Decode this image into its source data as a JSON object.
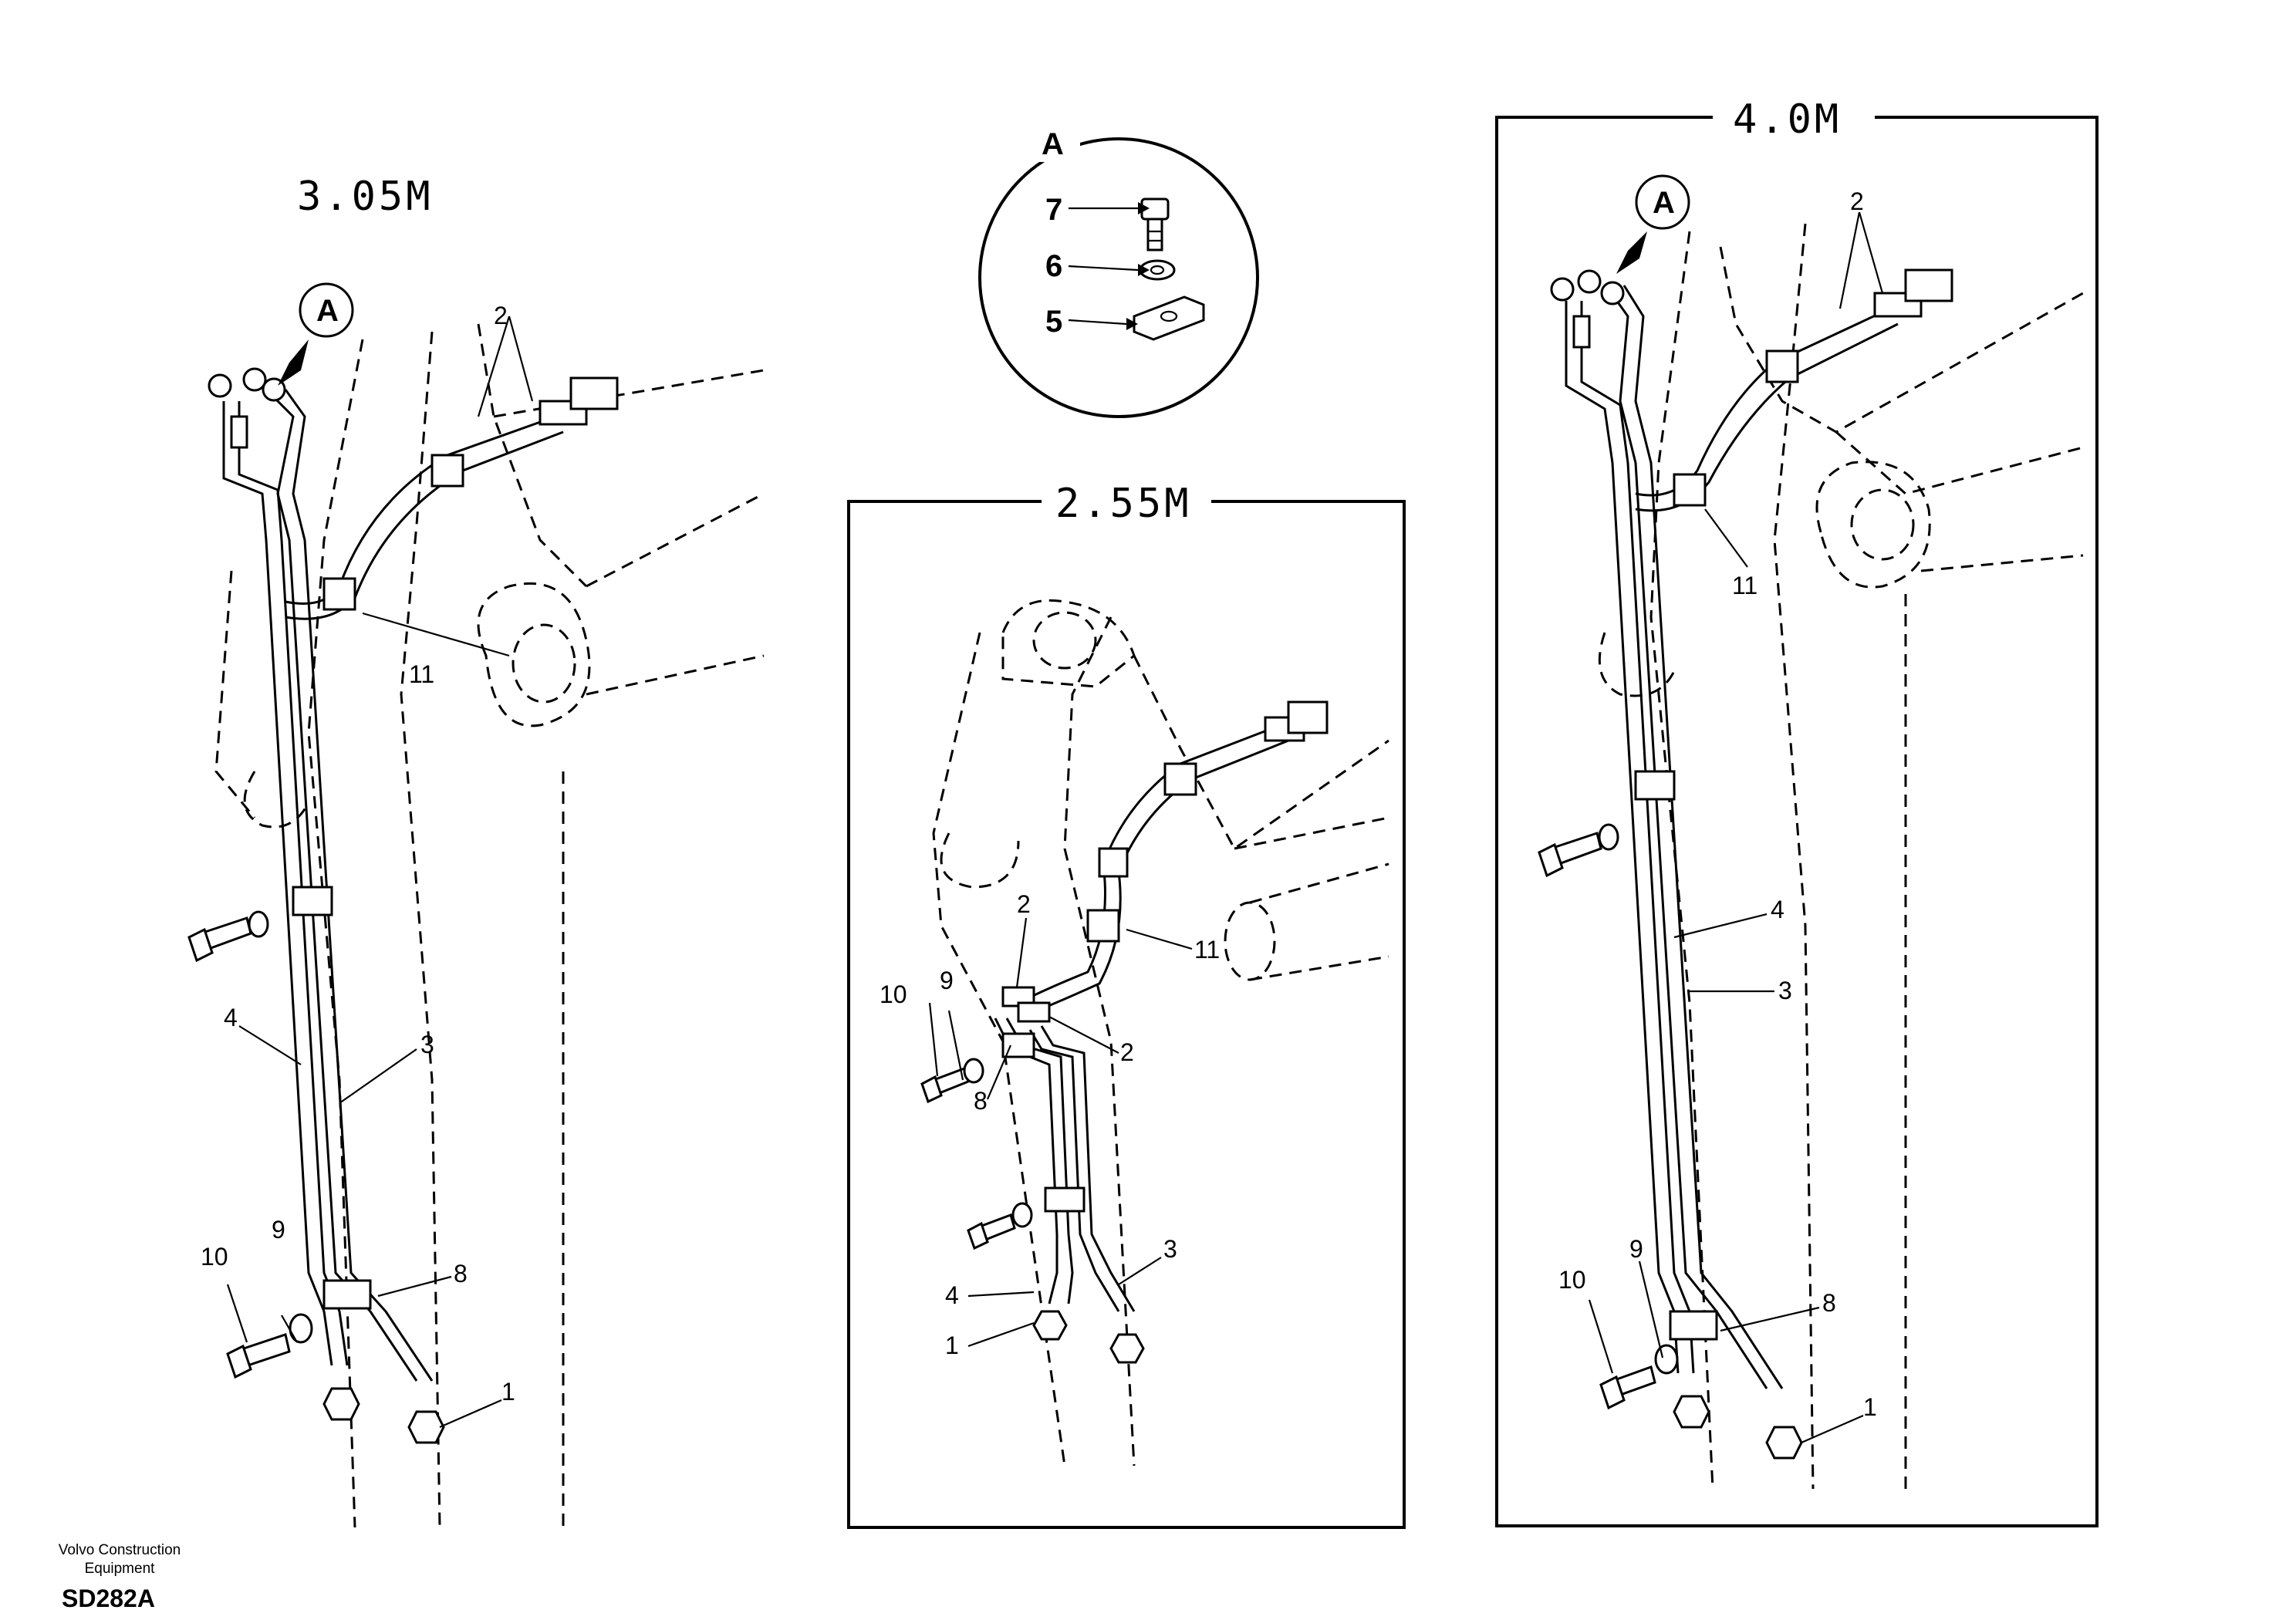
{
  "diagram": {
    "panels": {
      "left": {
        "title": "3.05M"
      },
      "middle": {
        "title": "2.55M"
      },
      "right": {
        "title": "4.0M"
      },
      "detail": {
        "title": "A"
      }
    },
    "detail_ref": "A",
    "parts": {
      "clamp_bolt": "7",
      "washer": "6",
      "clamp_base": "5",
      "tube_1": "1",
      "hose_2": "2",
      "tube_3": "3",
      "tube_4": "4",
      "clamp_8": "8",
      "washer_9": "9",
      "bolt_10": "10",
      "clamp_11": "11"
    }
  },
  "footer": {
    "brand": "Volvo Construction Equipment",
    "code": "SD282A"
  }
}
